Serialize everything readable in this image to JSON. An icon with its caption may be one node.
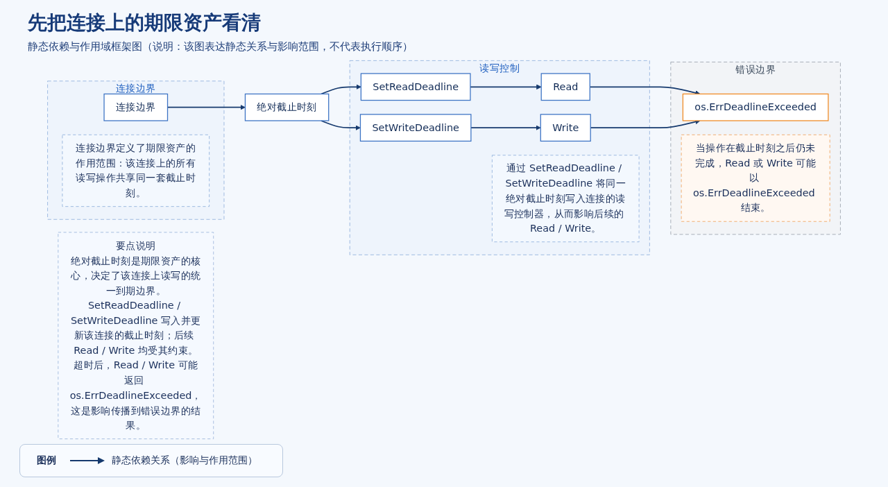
{
  "diagram": {
    "title": "先把连接上的期限资产看清",
    "nodes": [
      {
        "text": [
          "连接边界"
        ]
      },
      {
        "text": [
          "连接边界"
        ],
        "in": 0
      },
      {
        "text": [
          "绝对截止时刻"
        ]
      },
      {
        "text": [
          "连接边界定义了期限资产的作用范围：该连接上的所有读写操作共享同一套截止时刻。"
        ],
        "in": 0
      },
      {
        "text": [
          "读写控制"
        ]
      },
      {
        "text": [
          "SetReadDeadline"
        ],
        "in": 4
      },
      {
        "text": [
          "Read"
        ],
        "in": 4
      },
      {
        "text": [
          "SetWriteDeadline"
        ],
        "in": 4
      },
      {
        "text": [
          "Write"
        ],
        "in": 4
      },
      {
        "text": [
          "通过 SetReadDeadline / SetWriteDeadline 将同一绝对截止时刻写入连接的读写控制器，从而影响后续的 Read / Write。"
        ],
        "in": 4
      },
      {
        "text": [
          "错误边界"
        ]
      },
      {
        "text": [
          "os.ErrDeadlineExceeded"
        ],
        "in": 10
      },
      {
        "text": [
          "当操作在截止时刻之后仍未完成，Read 或 Write 可能以 os.ErrDeadlineExceeded 结束。"
        ],
        "in": 10
      },
      {
        "text": [
          "要点说明",
          "绝对截止时刻是期限资产的核心，决定了该连接上读写的统一到期边界。",
          "SetReadDeadline / SetWriteDeadline 写入并更新该连接的截止时刻；后续 Read / Write 均受其约束。",
          "超时后，Read / Write 可能返回 os.ErrDeadlineExceeded，这是影响传播到错误边界的结果。"
        ]
      }
    ],
    "edges": [
      {
        "from": 1,
        "to": 2,
        "arrow": "to"
      },
      {
        "from": 2,
        "to": 5,
        "arrow": "to"
      },
      {
        "from": 2,
        "to": 7,
        "arrow": "to"
      },
      {
        "from": 5,
        "to": 6,
        "arrow": "to"
      },
      {
        "from": 7,
        "to": 8,
        "arrow": "to"
      },
      {
        "from": 6,
        "to": 11,
        "arrow": "to"
      },
      {
        "from": 8,
        "to": 11,
        "arrow": "to"
      }
    ],
    "labels": [
      "静态依赖与作用域框架图（说明：该图表达静态关系与影响范围，不代表执行顺序）",
      "图例"
    ],
    "legend": [
      {
        "text": "静态依赖关系（影响与作用范围）"
      }
    ]
  }
}
